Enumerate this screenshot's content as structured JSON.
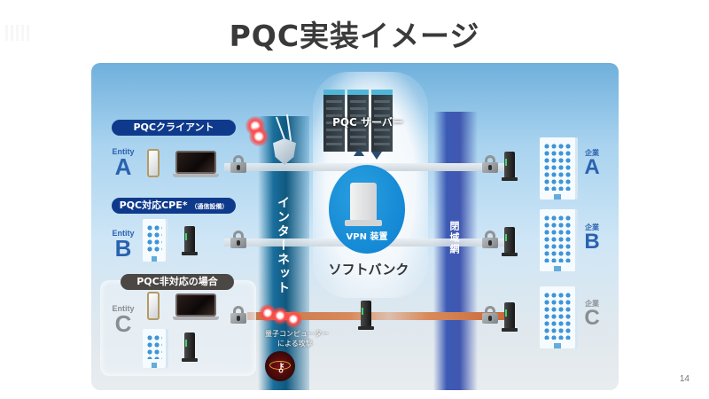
{
  "slide": {
    "title": "PQC実装イメージ",
    "page_number": "14"
  },
  "diagram": {
    "rows": [
      {
        "pill_label": "PQCクライアント",
        "pill_note": "",
        "entity_small": "Entity",
        "entity_letter": "A",
        "devices": [
          "phone-icon",
          "laptop-icon"
        ],
        "connection": "secure"
      },
      {
        "pill_label": "PQC対応CPE*",
        "pill_note": "（通信設備）",
        "entity_small": "Entity",
        "entity_letter": "B",
        "devices": [
          "building-icon",
          "router-icon"
        ],
        "connection": "secure"
      },
      {
        "pill_label": "PQC非対応の場合",
        "pill_note": "",
        "entity_small": "Entity",
        "entity_letter": "C",
        "devices": [
          "phone-icon",
          "laptop-icon",
          "building-icon",
          "router-icon"
        ],
        "connection": "vulnerable"
      }
    ],
    "companies": [
      {
        "small": "企業",
        "letter": "A"
      },
      {
        "small": "企業",
        "letter": "B"
      },
      {
        "small": "企業",
        "letter": "C"
      }
    ],
    "internet_label": "インターネット",
    "closed_network_label": "閉域網",
    "server_label": "PQC サーバー",
    "vpn_label": "VPN 装置",
    "softbank_label": "ソフトバンク",
    "attack_label_line1": "量子コンピューター",
    "attack_label_line2": "による攻撃",
    "colors": {
      "pill_blue": "#0f3a8c",
      "pill_dark": "#4b4745",
      "entity_blue": "#2a62b0",
      "entity_gray": "#8a8e92",
      "vpn_blue": "#0b7fd0",
      "attack_line": "#d98a5b"
    }
  }
}
